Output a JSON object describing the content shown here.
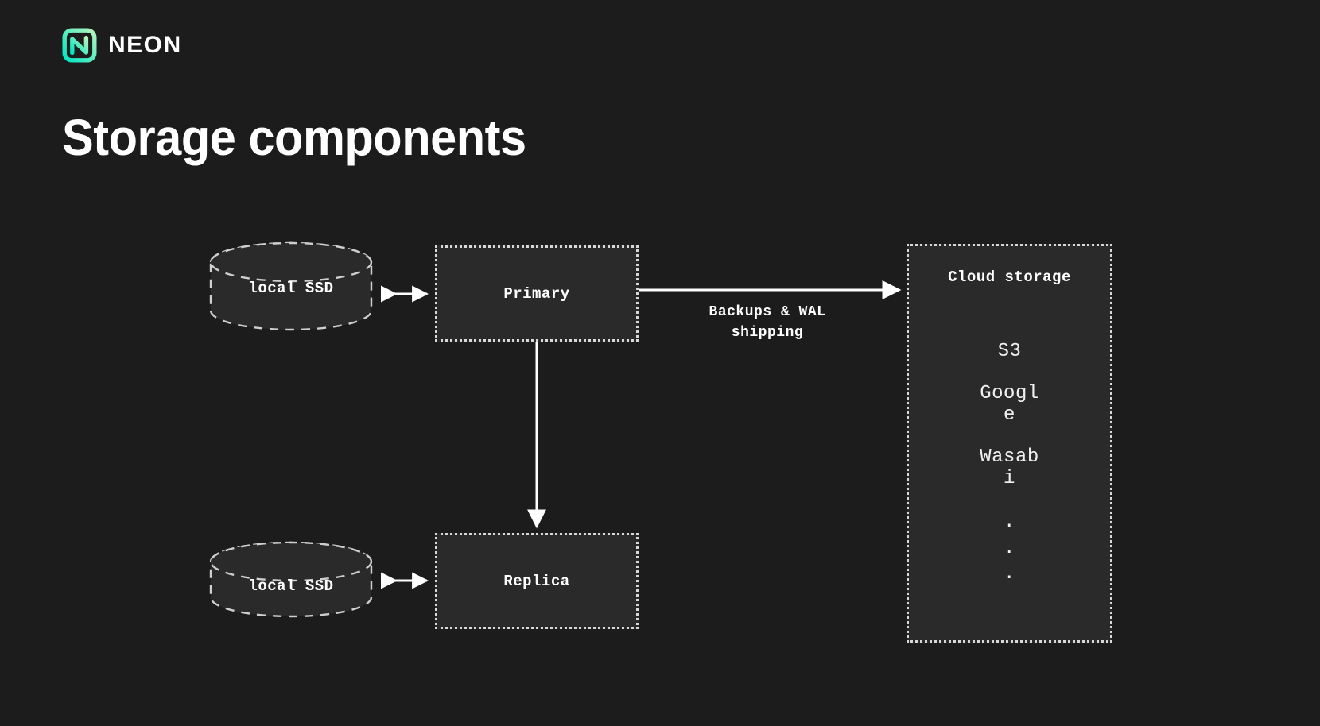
{
  "brand": {
    "logo_icon": "neon-logo-icon",
    "wordmark": "NEON",
    "logo_gradient_from": "#00e5c0",
    "logo_gradient_to": "#aef5b8"
  },
  "title": "Storage components",
  "theme": {
    "background": "#1c1c1c",
    "node_fill": "#2a2a2a",
    "stroke": "#d8d8d8",
    "text": "#ffffff"
  },
  "diagram": {
    "nodes": {
      "primary": {
        "label": "Primary",
        "shape": "dotted-rect"
      },
      "replica": {
        "label": "Replica",
        "shape": "dotted-rect"
      },
      "ssd_top": {
        "label": "local SSD",
        "shape": "cylinder"
      },
      "ssd_bottom": {
        "label": "local SSD",
        "shape": "cylinder"
      },
      "cloud": {
        "label": "Cloud storage",
        "shape": "dotted-rect",
        "items": [
          "S3",
          "Google",
          "Wasabi"
        ],
        "ellipsis": [
          ".",
          ".",
          "."
        ]
      }
    },
    "edges": {
      "ssd_top_primary": {
        "label": "",
        "arrow": "double"
      },
      "ssd_bottom_replica": {
        "label": "",
        "arrow": "double"
      },
      "primary_cloud": {
        "label": "Backups & WAL\nshipping",
        "label_line1": "Backups & WAL",
        "label_line2": "shipping",
        "arrow": "single-right"
      },
      "primary_replica": {
        "label": "",
        "arrow": "single-down"
      }
    }
  }
}
